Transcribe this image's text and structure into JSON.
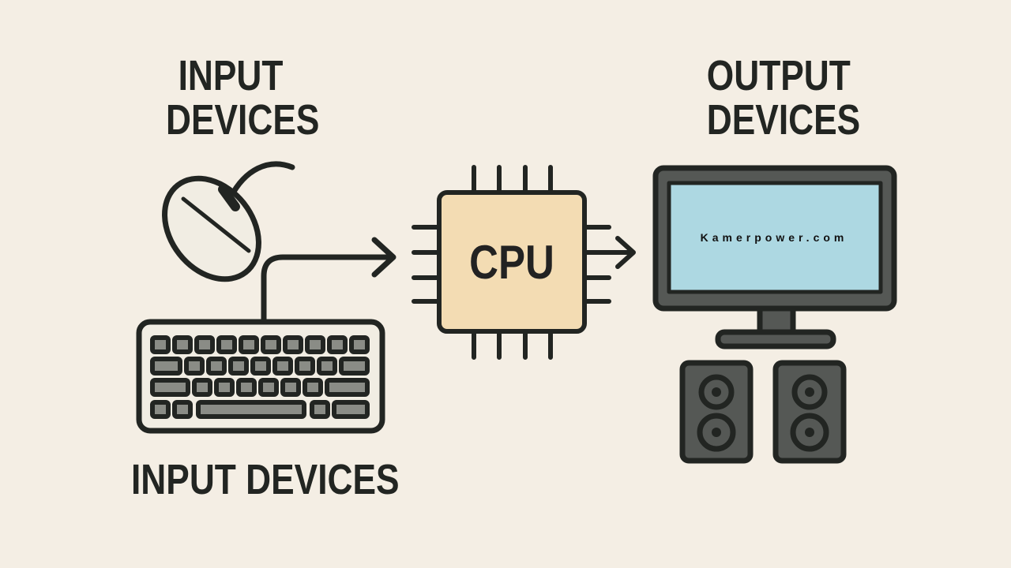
{
  "labels": {
    "input_top_line1": "INPUT",
    "input_top_line2": "DEVICES",
    "input_bottom": "INPUT DEVICES",
    "output_line1": "OUTPUT",
    "output_line2": "DEVICES"
  },
  "cpu": {
    "label": "CPU"
  },
  "monitor": {
    "screen_text": "Kamerpower.com"
  },
  "colors": {
    "background": "#f4eee4",
    "stroke": "#222522",
    "cpu_fill": "#f3dcb3",
    "screen_fill": "#add8e2",
    "device_gray": "#555855",
    "key_gray": "#8a8c86"
  }
}
